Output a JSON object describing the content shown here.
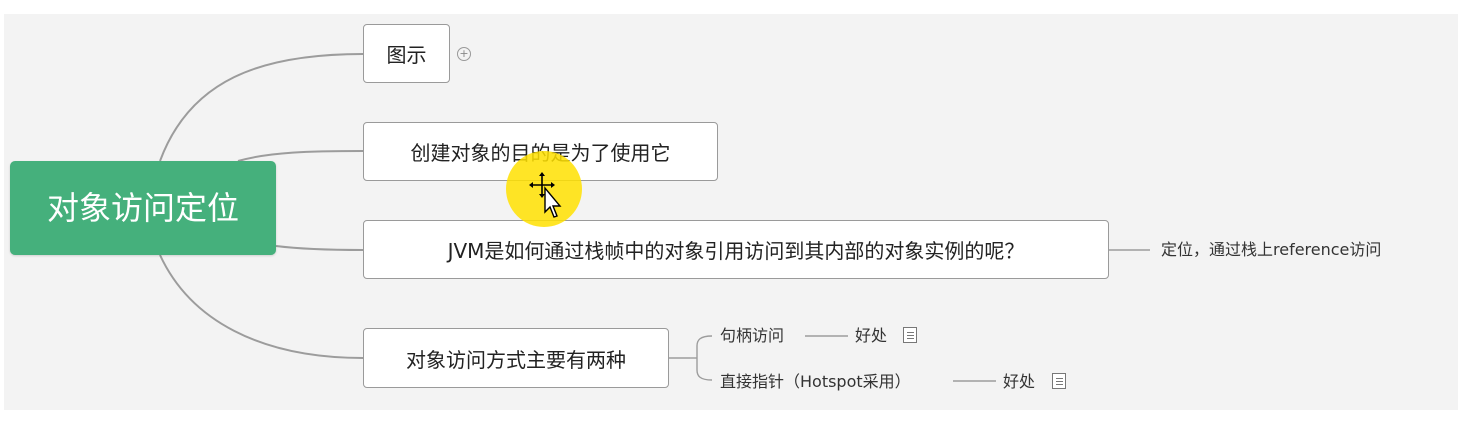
{
  "mindmap": {
    "root": "对象访问定位",
    "topics": [
      {
        "label": "图示"
      },
      {
        "label": "创建对象的目的是为了使用它"
      },
      {
        "label": "JVM是如何通过栈帧中的对象引用访问到其内部的对象实例的呢？",
        "child": "定位，通过栈上reference访问"
      },
      {
        "label": "对象访问方式主要有两种"
      }
    ],
    "methods": [
      {
        "label": "句柄访问",
        "benefit": "好处"
      },
      {
        "label": "直接指针（Hotspot采用）",
        "benefit": "好处"
      }
    ]
  },
  "colors": {
    "root_bg": "#45b07c",
    "canvas_bg": "#f3f3f3",
    "cursor_highlight": "#ffe100"
  },
  "icons": {
    "expand": "plus-circle-icon",
    "note": "note-icon",
    "cursor": "move-cursor-icon"
  }
}
